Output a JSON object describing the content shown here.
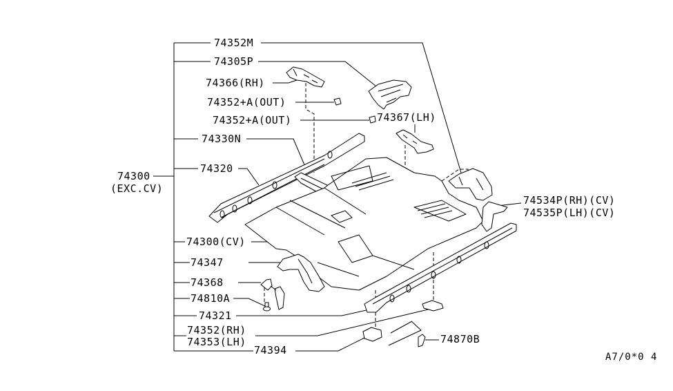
{
  "diagram": {
    "colors": {
      "line": "#000000",
      "background": "#ffffff"
    },
    "group_label": {
      "part_number": "74300",
      "note": "(EXC.CV)"
    },
    "labels": [
      {
        "id": "p74352M",
        "text": "74352M"
      },
      {
        "id": "p74305P",
        "text": "74305P"
      },
      {
        "id": "p74366",
        "text": "74366(RH)"
      },
      {
        "id": "p74352A1",
        "text": "74352+A(OUT)"
      },
      {
        "id": "p74352A2",
        "text": "74352+A(OUT)"
      },
      {
        "id": "p74367",
        "text": "74367(LH)"
      },
      {
        "id": "p74330N",
        "text": "74330N"
      },
      {
        "id": "p74320",
        "text": "74320"
      },
      {
        "id": "p74534P",
        "text": "74534P(RH)(CV)"
      },
      {
        "id": "p74535P",
        "text": "74535P(LH)(CV)"
      },
      {
        "id": "p74300CV",
        "text": "74300(CV)"
      },
      {
        "id": "p74347",
        "text": "74347"
      },
      {
        "id": "p74368",
        "text": "74368"
      },
      {
        "id": "p74810A",
        "text": "74810A"
      },
      {
        "id": "p74321",
        "text": "74321"
      },
      {
        "id": "p74352RH",
        "text": "74352(RH)"
      },
      {
        "id": "p74353LH",
        "text": "74353(LH)"
      },
      {
        "id": "p74394",
        "text": "74394"
      },
      {
        "id": "p74870B",
        "text": "74870B"
      }
    ],
    "diagram_code": "A7/0*0  4"
  }
}
